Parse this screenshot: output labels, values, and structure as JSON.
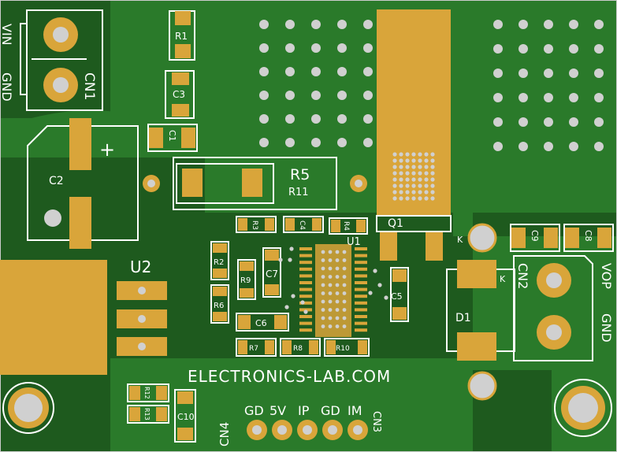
{
  "board": {
    "brand": "ELECTRONICS-LAB.COM",
    "colors": {
      "board": "#1e5a1e",
      "copper": "#2a7a2a",
      "pad": "#d9a53a",
      "silkscreen": "#ffffff",
      "hole": "#d0d0d0"
    }
  },
  "connectors": {
    "cn1": {
      "ref": "CN1",
      "pin1": "VIN",
      "pin2": "GND"
    },
    "cn2": {
      "ref": "CN2",
      "pin1": "VOP",
      "pin2": "GND"
    },
    "cn3": {
      "ref": "CN3"
    },
    "cn4": {
      "ref": "CN4",
      "pins": [
        "GD",
        "5V",
        "IP",
        "GD",
        "IM"
      ]
    }
  },
  "components": {
    "r1": "R1",
    "r2": "R2",
    "r3": "R3",
    "r4": "R4",
    "r5": "R5",
    "r6": "R6",
    "r7": "R7",
    "r8": "R8",
    "r9": "R9",
    "r10": "R10",
    "r11": "R11",
    "r12": "R12",
    "r13": "R13",
    "c1": "C1",
    "c2": "C2",
    "c3": "C3",
    "c4": "C4",
    "c5": "C5",
    "c6": "C6",
    "c7": "C7",
    "c8": "C8",
    "c9": "C9",
    "c10": "C10",
    "u1": "U1",
    "u2": "U2",
    "q1": "Q1",
    "d1": "D1",
    "d1_k": "K",
    "c2_plus": "+"
  }
}
